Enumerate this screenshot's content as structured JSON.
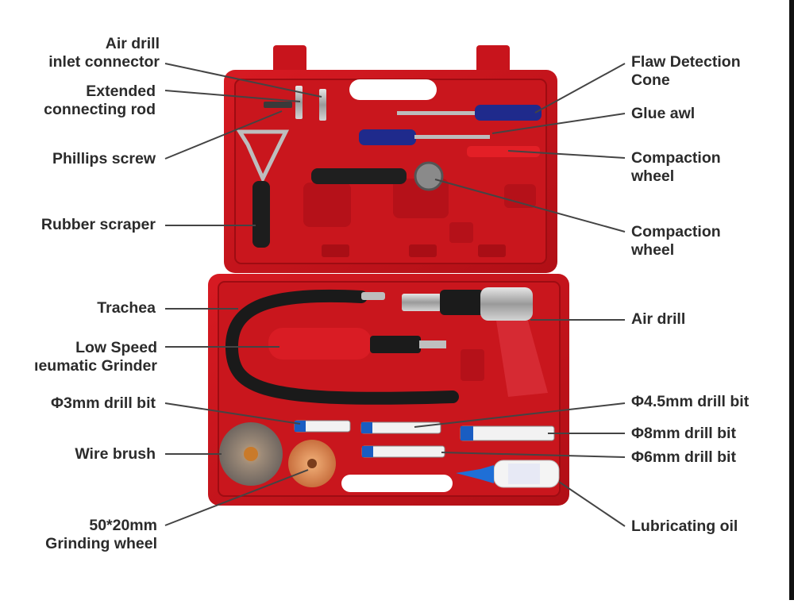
{
  "labels_left": [
    {
      "id": "air-drill-inlet-connector",
      "lines": [
        "Air drill",
        "inlet connector"
      ]
    },
    {
      "id": "extended-connecting-rod",
      "lines": [
        "Extended",
        "connecting rod"
      ]
    },
    {
      "id": "phillips-screw",
      "lines": [
        "Phillips screw"
      ]
    },
    {
      "id": "rubber-scraper",
      "lines": [
        "Rubber scraper"
      ]
    },
    {
      "id": "trachea",
      "lines": [
        "Trachea"
      ]
    },
    {
      "id": "low-speed-pneumatic-grinder",
      "lines": [
        "Low Speed",
        "ıeumatic Grinder"
      ]
    },
    {
      "id": "drill-bit-3mm",
      "lines": [
        "Φ3mm drill bit"
      ]
    },
    {
      "id": "wire-brush",
      "lines": [
        "Wire brush"
      ]
    },
    {
      "id": "grinding-wheel",
      "lines": [
        "50*20mm",
        "Grinding wheel"
      ]
    }
  ],
  "labels_right": [
    {
      "id": "flaw-detection-cone",
      "lines": [
        "Flaw Detection",
        "Cone"
      ]
    },
    {
      "id": "glue-awl",
      "lines": [
        "Glue awl"
      ]
    },
    {
      "id": "compaction-wheel-1",
      "lines": [
        "Compaction",
        "wheel"
      ]
    },
    {
      "id": "compaction-wheel-2",
      "lines": [
        "Compaction",
        "wheel"
      ]
    },
    {
      "id": "air-drill",
      "lines": [
        "Air drill"
      ]
    },
    {
      "id": "drill-bit-4-5mm",
      "lines": [
        "Φ4.5mm drill bit"
      ]
    },
    {
      "id": "drill-bit-8mm",
      "lines": [
        "Φ8mm drill bit"
      ]
    },
    {
      "id": "drill-bit-6mm",
      "lines": [
        "Φ6mm drill bit"
      ]
    },
    {
      "id": "lubricating-oil",
      "lines": [
        "Lubricating oil"
      ]
    }
  ],
  "colors": {
    "case_red": "#c8141c",
    "case_dark": "#9e0c12",
    "label_text": "#2b2b2b",
    "leader": "#444444",
    "handle_blue": "#1f2a8c"
  }
}
